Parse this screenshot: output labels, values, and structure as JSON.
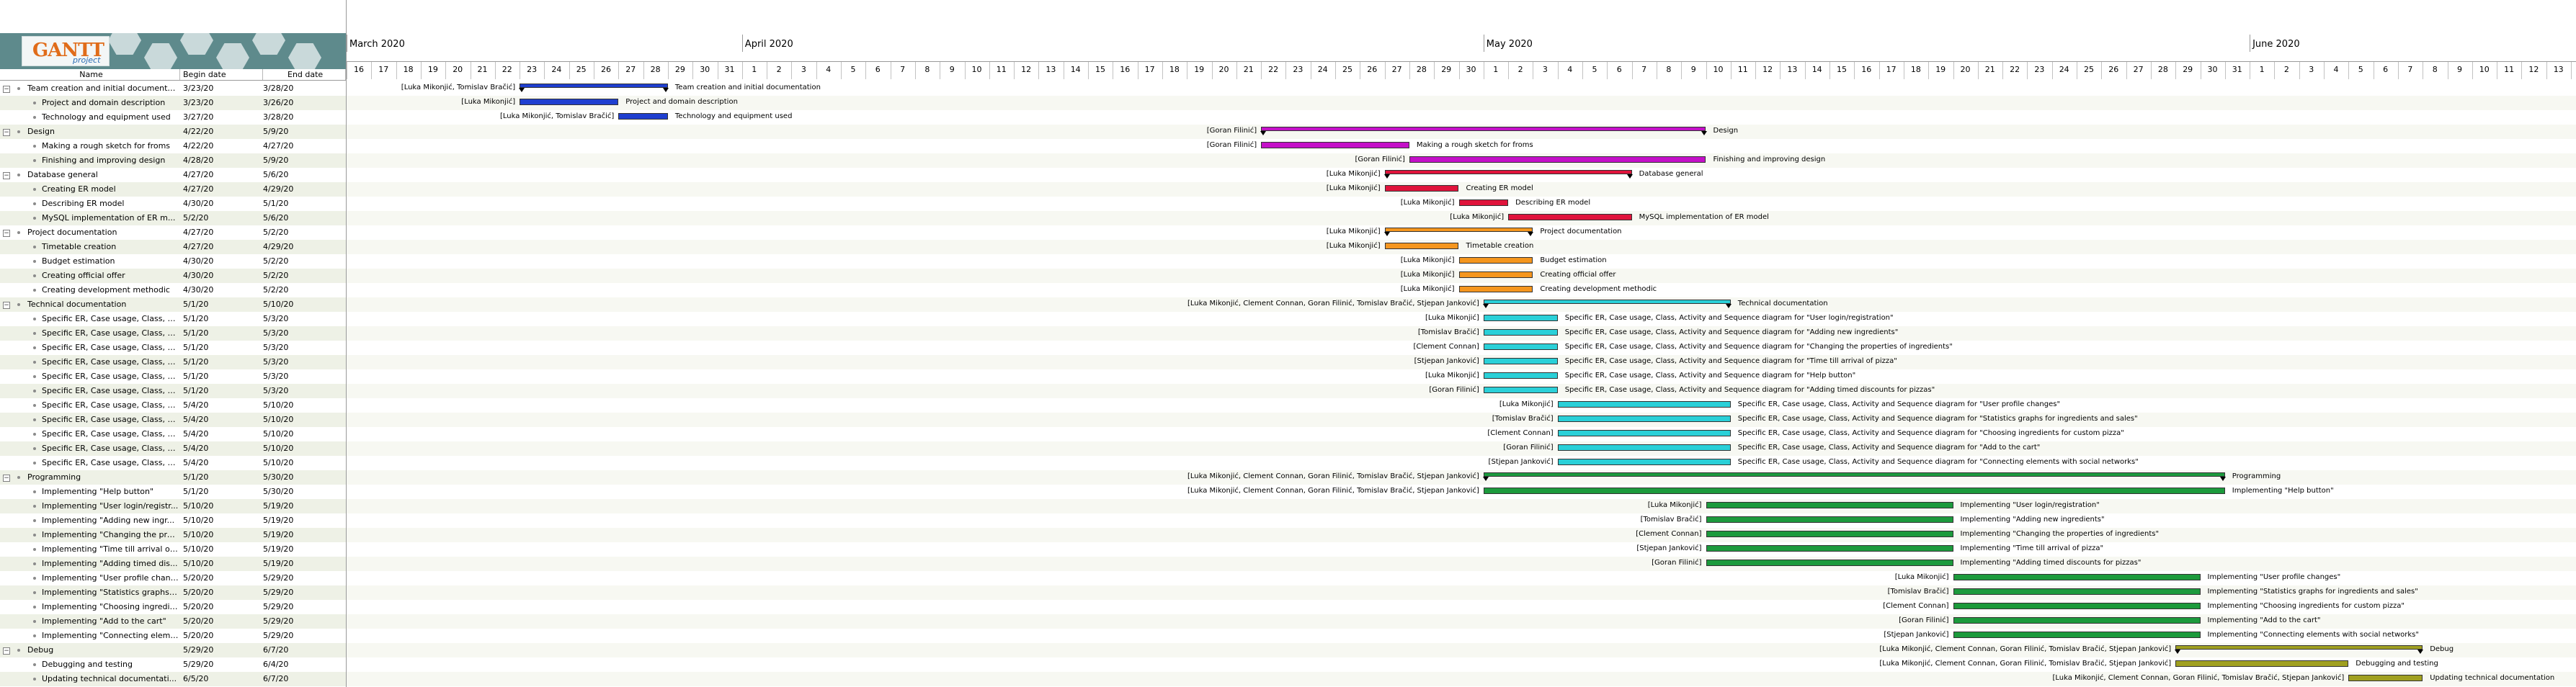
{
  "app": {
    "logo_text": "GANTT",
    "logo_sub": "project"
  },
  "columns": {
    "name": "Name",
    "begin": "Begin date",
    "end": "End date"
  },
  "timeline": {
    "start": "2020-03-16",
    "months": [
      {
        "label": "March 2020",
        "start": "2020-03-16"
      },
      {
        "label": "April 2020",
        "start": "2020-04-01"
      },
      {
        "label": "May 2020",
        "start": "2020-05-01"
      },
      {
        "label": "June 2020",
        "start": "2020-06-01"
      }
    ],
    "days_shown": 91
  },
  "colors": {
    "blue": "#1f3fd0",
    "magenta": "#c410c8",
    "red": "#e0143c",
    "orange": "#f5961e",
    "cyan": "#2ad0d8",
    "green": "#1c9a3c",
    "olive": "#a0a020"
  },
  "tasks": [
    {
      "name": "Team creation and initial documenta...",
      "begin": "3/23/20",
      "end": "3/28/20",
      "level": 0,
      "summary": true,
      "color": "blue",
      "resources": "[Luka Mikonjić, Tomislav Bračić]",
      "label": "Team creation and initial documentation"
    },
    {
      "name": "Project and domain description",
      "begin": "3/23/20",
      "end": "3/26/20",
      "level": 1,
      "summary": false,
      "color": "blue",
      "resources": "[Luka Mikonjić]",
      "label": "Project and domain description"
    },
    {
      "name": "Technology and equipment used",
      "begin": "3/27/20",
      "end": "3/28/20",
      "level": 1,
      "summary": false,
      "color": "blue",
      "resources": "[Luka Mikonjić, Tomislav Bračić]",
      "label": "Technology and equipment used"
    },
    {
      "name": "Design",
      "begin": "4/22/20",
      "end": "5/9/20",
      "level": 0,
      "summary": true,
      "color": "magenta",
      "resources": "[Goran Filinić]",
      "label": "Design"
    },
    {
      "name": "Making a rough sketch for froms",
      "begin": "4/22/20",
      "end": "4/27/20",
      "level": 1,
      "summary": false,
      "color": "magenta",
      "resources": "[Goran Filinić]",
      "label": "Making a rough sketch for froms"
    },
    {
      "name": "Finishing and improving design",
      "begin": "4/28/20",
      "end": "5/9/20",
      "level": 1,
      "summary": false,
      "color": "magenta",
      "resources": "[Goran Filinić]",
      "label": "Finishing and improving design"
    },
    {
      "name": "Database general",
      "begin": "4/27/20",
      "end": "5/6/20",
      "level": 0,
      "summary": true,
      "color": "red",
      "resources": "[Luka Mikonjić]",
      "label": "Database general"
    },
    {
      "name": "Creating ER model",
      "begin": "4/27/20",
      "end": "4/29/20",
      "level": 1,
      "summary": false,
      "color": "red",
      "resources": "[Luka Mikonjić]",
      "label": "Creating ER model"
    },
    {
      "name": "Describing ER model",
      "begin": "4/30/20",
      "end": "5/1/20",
      "level": 1,
      "summary": false,
      "color": "red",
      "resources": "[Luka Mikonjić]",
      "label": "Describing ER model"
    },
    {
      "name": "MySQL implementation of ER m...",
      "begin": "5/2/20",
      "end": "5/6/20",
      "level": 1,
      "summary": false,
      "color": "red",
      "resources": "[Luka Mikonjić]",
      "label": "MySQL implementation of ER model"
    },
    {
      "name": "Project documentation",
      "begin": "4/27/20",
      "end": "5/2/20",
      "level": 0,
      "summary": true,
      "color": "orange",
      "resources": "[Luka Mikonjić]",
      "label": "Project documentation"
    },
    {
      "name": "Timetable creation",
      "begin": "4/27/20",
      "end": "4/29/20",
      "level": 1,
      "summary": false,
      "color": "orange",
      "resources": "[Luka Mikonjić]",
      "label": "Timetable creation"
    },
    {
      "name": "Budget estimation",
      "begin": "4/30/20",
      "end": "5/2/20",
      "level": 1,
      "summary": false,
      "color": "orange",
      "resources": "[Luka Mikonjić]",
      "label": "Budget estimation"
    },
    {
      "name": "Creating official offer",
      "begin": "4/30/20",
      "end": "5/2/20",
      "level": 1,
      "summary": false,
      "color": "orange",
      "resources": "[Luka Mikonjić]",
      "label": "Creating official offer"
    },
    {
      "name": "Creating development methodic",
      "begin": "4/30/20",
      "end": "5/2/20",
      "level": 1,
      "summary": false,
      "color": "orange",
      "resources": "[Luka Mikonjić]",
      "label": "Creating development methodic"
    },
    {
      "name": "Technical documentation",
      "begin": "5/1/20",
      "end": "5/10/20",
      "level": 0,
      "summary": true,
      "color": "cyan",
      "resources": "[Luka Mikonjić, Clement Connan, Goran Filinić, Tomislav Bračić, Stjepan Janković]",
      "label": "Technical documentation"
    },
    {
      "name": "Specific ER, Case usage, Class, Ac...",
      "begin": "5/1/20",
      "end": "5/3/20",
      "level": 1,
      "summary": false,
      "color": "cyan",
      "resources": "[Luka Mikonjić]",
      "label": "Specific ER, Case usage, Class, Activity and Sequence diagram for \"User login/registration\""
    },
    {
      "name": "Specific ER, Case usage, Class, Ac...",
      "begin": "5/1/20",
      "end": "5/3/20",
      "level": 1,
      "summary": false,
      "color": "cyan",
      "resources": "[Tomislav Bračić]",
      "label": "Specific ER, Case usage, Class, Activity and Sequence diagram for \"Adding new ingredients\""
    },
    {
      "name": "Specific ER, Case usage, Class, Ac...",
      "begin": "5/1/20",
      "end": "5/3/20",
      "level": 1,
      "summary": false,
      "color": "cyan",
      "resources": "[Clement Connan]",
      "label": "Specific ER, Case usage, Class, Activity and Sequence diagram for \"Changing the properties of ingredients\""
    },
    {
      "name": "Specific ER, Case usage, Class, Ac...",
      "begin": "5/1/20",
      "end": "5/3/20",
      "level": 1,
      "summary": false,
      "color": "cyan",
      "resources": "[Stjepan Janković]",
      "label": "Specific ER, Case usage, Class, Activity and Sequence diagram for \"Time till arrival of pizza\""
    },
    {
      "name": "Specific ER, Case usage, Class, Ac...",
      "begin": "5/1/20",
      "end": "5/3/20",
      "level": 1,
      "summary": false,
      "color": "cyan",
      "resources": "[Luka Mikonjić]",
      "label": "Specific ER, Case usage, Class, Activity and Sequence diagram for \"Help button\""
    },
    {
      "name": "Specific ER, Case usage, Class, Ac...",
      "begin": "5/1/20",
      "end": "5/3/20",
      "level": 1,
      "summary": false,
      "color": "cyan",
      "resources": "[Goran Filinić]",
      "label": "Specific ER, Case usage, Class, Activity and Sequence diagram for \"Adding timed discounts for pizzas\""
    },
    {
      "name": "Specific ER, Case usage, Class, Ac...",
      "begin": "5/4/20",
      "end": "5/10/20",
      "level": 1,
      "summary": false,
      "color": "cyan",
      "resources": "[Luka Mikonjić]",
      "label": "Specific ER, Case usage, Class, Activity and Sequence diagram for \"User profile changes\""
    },
    {
      "name": "Specific ER, Case usage, Class, Ac...",
      "begin": "5/4/20",
      "end": "5/10/20",
      "level": 1,
      "summary": false,
      "color": "cyan",
      "resources": "[Tomislav Bračić]",
      "label": "Specific ER, Case usage, Class, Activity and Sequence diagram for \"Statistics graphs for ingredients and sales\""
    },
    {
      "name": "Specific ER, Case usage, Class, Ac...",
      "begin": "5/4/20",
      "end": "5/10/20",
      "level": 1,
      "summary": false,
      "color": "cyan",
      "resources": "[Clement Connan]",
      "label": "Specific ER, Case usage, Class, Activity and Sequence diagram for \"Choosing ingredients for custom pizza\""
    },
    {
      "name": "Specific ER, Case usage, Class, Ac...",
      "begin": "5/4/20",
      "end": "5/10/20",
      "level": 1,
      "summary": false,
      "color": "cyan",
      "resources": "[Goran Filinić]",
      "label": "Specific ER, Case usage, Class, Activity and Sequence diagram for \"Add to the cart\""
    },
    {
      "name": "Specific ER, Case usage, Class, Ac...",
      "begin": "5/4/20",
      "end": "5/10/20",
      "level": 1,
      "summary": false,
      "color": "cyan",
      "resources": "[Stjepan Janković]",
      "label": "Specific ER, Case usage, Class, Activity and Sequence diagram for \"Connecting elements with social networks\""
    },
    {
      "name": "Programming",
      "begin": "5/1/20",
      "end": "5/30/20",
      "level": 0,
      "summary": true,
      "color": "green",
      "resources": "[Luka Mikonjić, Clement Connan, Goran Filinić, Tomislav Bračić, Stjepan Janković]",
      "label": "Programming"
    },
    {
      "name": "Implementing \"Help button\"",
      "begin": "5/1/20",
      "end": "5/30/20",
      "level": 1,
      "summary": false,
      "color": "green",
      "resources": "[Luka Mikonjić, Clement Connan, Goran Filinić, Tomislav Bračić, Stjepan Janković]",
      "label": "Implementing \"Help button\""
    },
    {
      "name": "Implementing \"User login/registr...",
      "begin": "5/10/20",
      "end": "5/19/20",
      "level": 1,
      "summary": false,
      "color": "green",
      "resources": "[Luka Mikonjić]",
      "label": "Implementing \"User login/registration\""
    },
    {
      "name": "Implementing \"Adding new ingr...",
      "begin": "5/10/20",
      "end": "5/19/20",
      "level": 1,
      "summary": false,
      "color": "green",
      "resources": "[Tomislav Bračić]",
      "label": "Implementing \"Adding new ingredients\""
    },
    {
      "name": "Implementing \"Changing the pro...",
      "begin": "5/10/20",
      "end": "5/19/20",
      "level": 1,
      "summary": false,
      "color": "green",
      "resources": "[Clement Connan]",
      "label": "Implementing \"Changing the properties of ingredients\""
    },
    {
      "name": "Implementing \"Time till arrival of ...",
      "begin": "5/10/20",
      "end": "5/19/20",
      "level": 1,
      "summary": false,
      "color": "green",
      "resources": "[Stjepan Janković]",
      "label": "Implementing \"Time till arrival of pizza\""
    },
    {
      "name": "Implementing \"Adding timed dis...",
      "begin": "5/10/20",
      "end": "5/19/20",
      "level": 1,
      "summary": false,
      "color": "green",
      "resources": "[Goran Filinić]",
      "label": "Implementing \"Adding timed discounts for pizzas\""
    },
    {
      "name": "Implementing \"User profile chang...",
      "begin": "5/20/20",
      "end": "5/29/20",
      "level": 1,
      "summary": false,
      "color": "green",
      "resources": "[Luka Mikonjić]",
      "label": "Implementing \"User profile changes\""
    },
    {
      "name": "Implementing \"Statistics graphs fo...",
      "begin": "5/20/20",
      "end": "5/29/20",
      "level": 1,
      "summary": false,
      "color": "green",
      "resources": "[Tomislav Bračić]",
      "label": "Implementing \"Statistics graphs for ingredients and sales\""
    },
    {
      "name": "Implementing \"Choosing ingredie...",
      "begin": "5/20/20",
      "end": "5/29/20",
      "level": 1,
      "summary": false,
      "color": "green",
      "resources": "[Clement Connan]",
      "label": "Implementing \"Choosing ingredients for custom pizza\""
    },
    {
      "name": "Implementing \"Add to the cart\"",
      "begin": "5/20/20",
      "end": "5/29/20",
      "level": 1,
      "summary": false,
      "color": "green",
      "resources": "[Goran Filinić]",
      "label": "Implementing \"Add to the cart\""
    },
    {
      "name": "Implementing \"Connecting eleme...",
      "begin": "5/20/20",
      "end": "5/29/20",
      "level": 1,
      "summary": false,
      "color": "green",
      "resources": "[Stjepan Janković]",
      "label": "Implementing \"Connecting elements with social networks\""
    },
    {
      "name": "Debug",
      "begin": "5/29/20",
      "end": "6/7/20",
      "level": 0,
      "summary": true,
      "color": "olive",
      "resources": "[Luka Mikonjić, Clement Connan, Goran Filinić, Tomislav Bračić, Stjepan Janković]",
      "label": "Debug"
    },
    {
      "name": "Debugging and testing",
      "begin": "5/29/20",
      "end": "6/4/20",
      "level": 1,
      "summary": false,
      "color": "olive",
      "resources": "[Luka Mikonjić, Clement Connan, Goran Filinić, Tomislav Bračić, Stjepan Janković]",
      "label": "Debugging and testing"
    },
    {
      "name": "Updating technical documentati...",
      "begin": "6/5/20",
      "end": "6/7/20",
      "level": 1,
      "summary": false,
      "color": "olive",
      "resources": "[Luka Mikonjić, Clement Connan, Goran Filinić, Tomislav Bračić, Stjepan Janković]",
      "label": "Updating technical documentation"
    }
  ]
}
